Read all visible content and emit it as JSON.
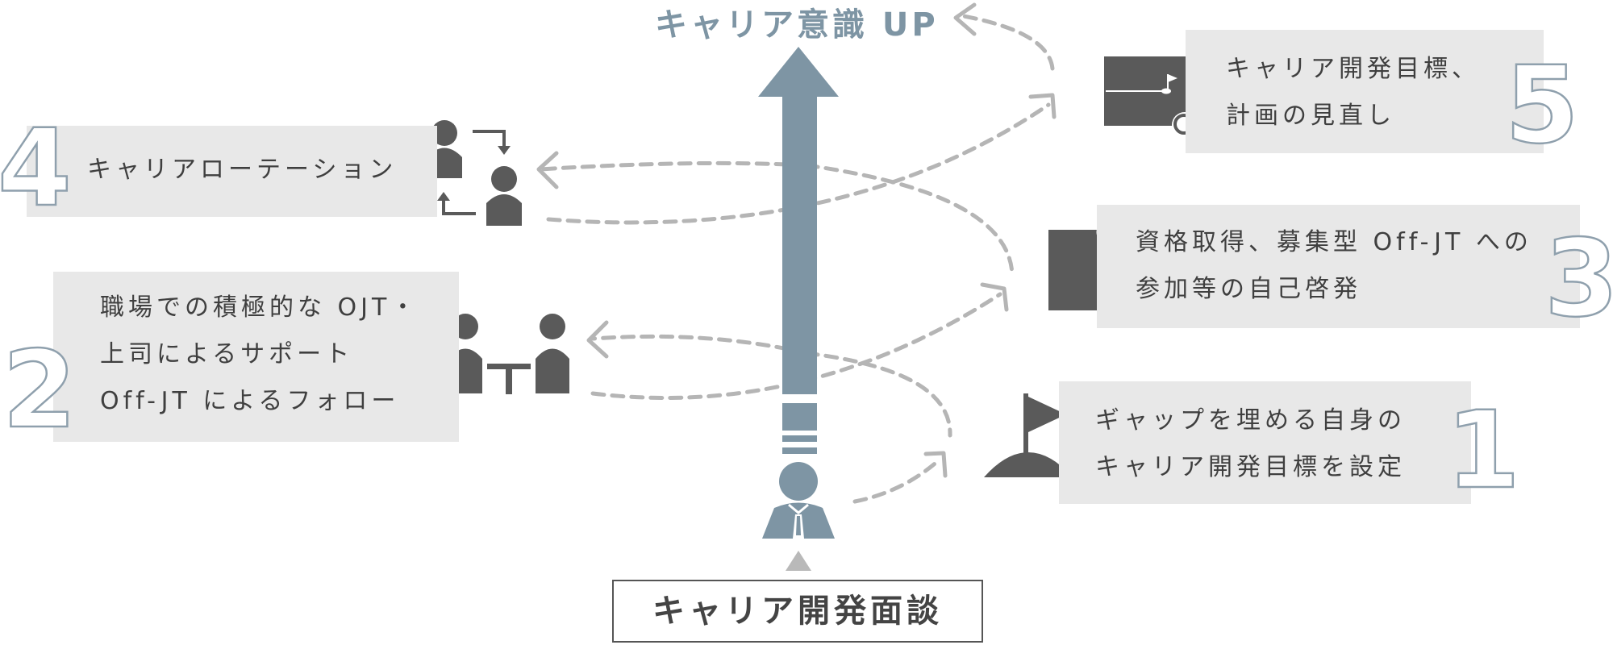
{
  "title": "キャリア意識 UP",
  "interview": "キャリア開発面談",
  "steps": [
    {
      "number": "1",
      "lines": [
        "ギャップを埋める自身の",
        "キャリア開発目標を設定"
      ],
      "icon": "flag-icon"
    },
    {
      "number": "2",
      "lines": [
        "職場での積極的な OJT・",
        "上司によるサポート",
        "Off-JT によるフォロー"
      ],
      "icon": "meeting-icon"
    },
    {
      "number": "3",
      "lines": [
        "資格取得、募集型 Off-JT への",
        "参加等の自己啓発"
      ],
      "icon": "certificate-icon"
    },
    {
      "number": "4",
      "lines": [
        "キャリアローテーション"
      ],
      "icon": "rotation-icon"
    },
    {
      "number": "5",
      "lines": [
        "キャリア開発目標、",
        "計画の見直し"
      ],
      "icon": "plan-review-icon"
    }
  ],
  "colors": {
    "arrow": "#7e95a4",
    "icon": "#5a5a5a",
    "box": "#e8e8e8",
    "dashed": "#b5b5b5",
    "number_outline": "#8fa0ad"
  }
}
